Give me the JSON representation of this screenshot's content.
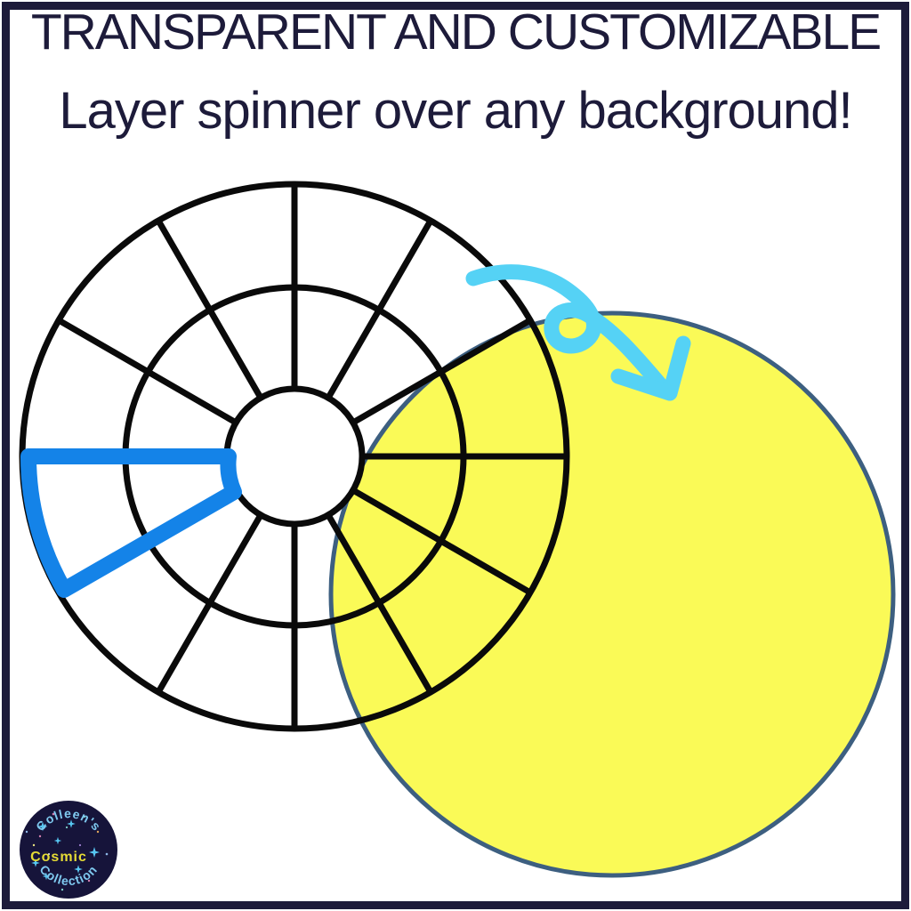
{
  "header": {
    "title": "TRANSPARENT AND CUSTOMIZABLE",
    "subtitle": "Layer spinner over any background!"
  },
  "spinner": {
    "segments": 12,
    "rings": 2,
    "hub": "white center circle",
    "highlighted_segment": "left (9 o'clock) wedge outlined in blue"
  },
  "background_demo_shape": {
    "type": "yellow circle behind spinner"
  },
  "annotation_arrow": {
    "style": "looping doodle arrow pointing down-right onto yellow circle"
  },
  "logo": {
    "top_text": "Colleen's",
    "middle_text": "Cosmic",
    "bottom_text": "Collection"
  },
  "colors": {
    "navy": "#1d1b3a",
    "ink": "#0a0a0a",
    "wedge-blue": "#1483e8",
    "arrow-cyan": "#55d2f5",
    "circle-yellow": "#fafa57",
    "circle-yellow-edge": "#3d5f80",
    "logo-bg": "#16143a",
    "logo-blue": "#7fc9ef",
    "logo-yellow": "#e6dc35",
    "logo-star": "#57c7f2"
  }
}
